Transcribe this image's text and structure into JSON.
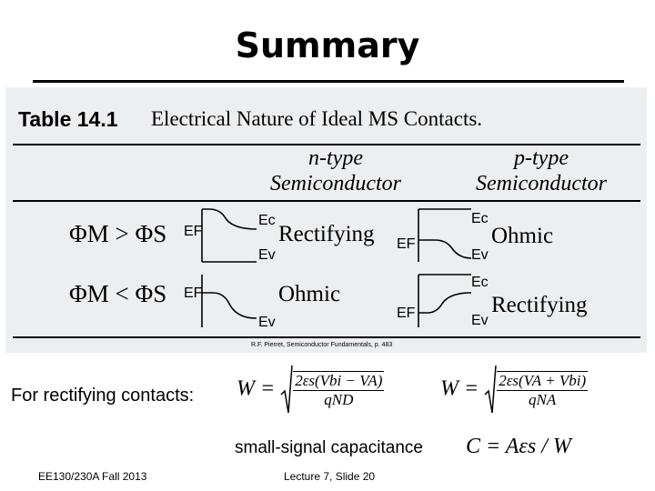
{
  "slide": {
    "title": "Summary",
    "footer_left": "EE130/230A Fall 2013",
    "footer_center": "Lecture 7, Slide 20"
  },
  "table": {
    "label": "Table 14.1",
    "caption": "Electrical Nature of Ideal MS Contacts.",
    "columns": [
      {
        "line1": "n-type",
        "line2": "Semiconductor"
      },
      {
        "line1": "p-type",
        "line2": "Semiconductor"
      }
    ],
    "rows": [
      {
        "condition": "ΦM > ΦS",
        "n_type": {
          "result": "Rectifying",
          "ef": "EF",
          "ec": "Ec",
          "ev": "Ev"
        },
        "p_type": {
          "result": "Ohmic",
          "ef": "EF",
          "ec": "Ec",
          "ev": "Ev"
        }
      },
      {
        "condition": "ΦM < ΦS",
        "n_type": {
          "result": "Ohmic",
          "ef": "EF",
          "ec": "",
          "ev": "Ev"
        },
        "p_type": {
          "result": "Rectifying",
          "ef": "EF",
          "ec": "Ec",
          "ev": "Ev"
        }
      }
    ],
    "credit": "R.F. Pierret, Semiconductor Fundamentals, p. 483"
  },
  "rectifying": {
    "label": "For rectifying contacts:",
    "formula_n": {
      "lhs": "W =",
      "numerator": "2εs(Vbi − VA)",
      "denominator": "qND"
    },
    "formula_p": {
      "lhs": "W =",
      "numerator": "2εs(VA + Vbi)",
      "denominator": "qNA"
    }
  },
  "capacitance": {
    "label": "small-signal capacitance",
    "formula": "C = Aεs / W"
  },
  "colors": {
    "table_background": "#eceff2",
    "ghost_text": "#c7ccd2"
  }
}
